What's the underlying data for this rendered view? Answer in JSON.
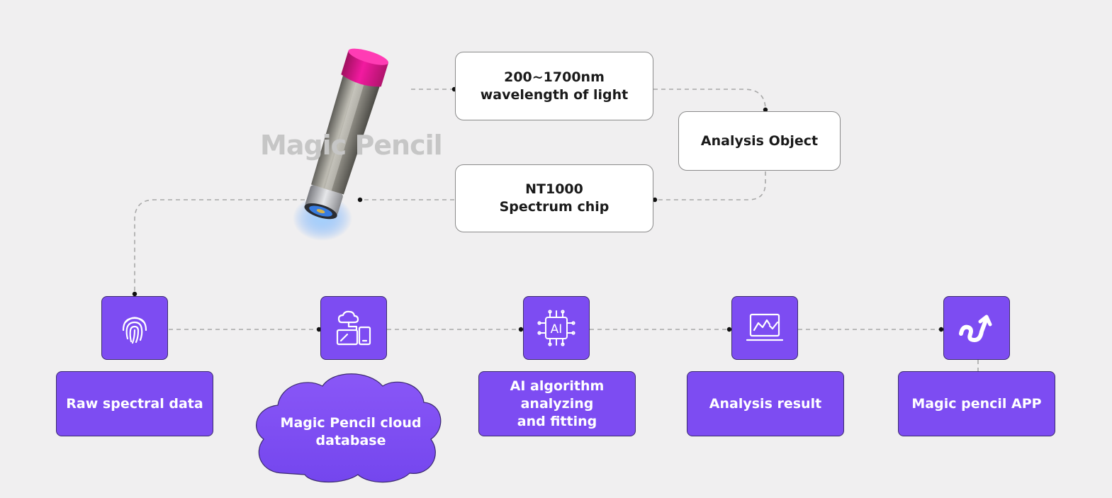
{
  "watermark": "Magic Pencil",
  "top_boxes": {
    "wavelength": [
      "200~1700nm",
      "wavelength of light"
    ],
    "analysis_object": "Analysis Object",
    "chip": [
      "NT1000",
      "Spectrum chip"
    ]
  },
  "steps": [
    {
      "icon": "fingerprint-icon",
      "label": [
        "Raw spectral data"
      ]
    },
    {
      "icon": "cloud-devices-icon",
      "label": [
        "Magic Pencil cloud",
        "database"
      ]
    },
    {
      "icon": "ai-chip-icon",
      "icon_text": "AI",
      "label": [
        "AI algorithm",
        "analyzing",
        "and fitting"
      ]
    },
    {
      "icon": "laptop-chart-icon",
      "label": [
        "Analysis result"
      ]
    },
    {
      "icon": "app-logo-icon",
      "label": [
        "Magic pencil APP"
      ]
    }
  ],
  "colors": {
    "background": "#f0eff0",
    "purple": "#7d4cf2",
    "pencil_cap": "#e0168e",
    "lens_glow": "#3a8dff"
  }
}
